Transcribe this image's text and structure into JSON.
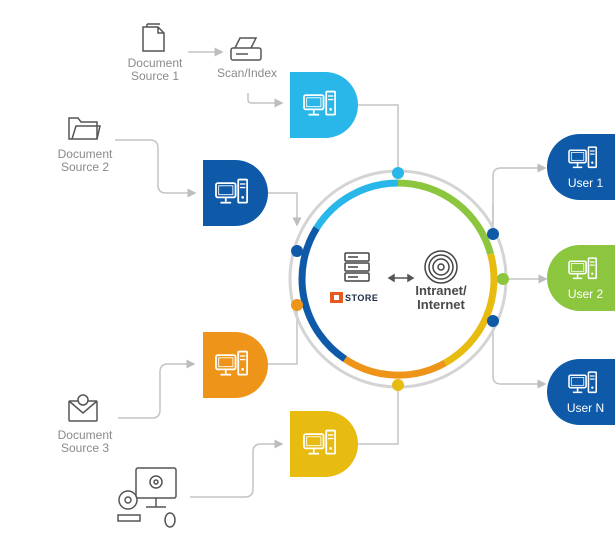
{
  "sources": {
    "doc1": {
      "line1": "Document",
      "line2": "Source 1"
    },
    "doc2": {
      "line1": "Document",
      "line2": "Source 2"
    },
    "doc3": {
      "line1": "Document",
      "line2": "Source 3"
    },
    "scan": {
      "label": "Scan/Index"
    }
  },
  "hub": {
    "store_label": "STORE",
    "network_line1": "Intranet/",
    "network_line2": "Internet"
  },
  "users": [
    {
      "label": "User 1"
    },
    {
      "label": "User 2"
    },
    {
      "label": "User N"
    }
  ],
  "colors": {
    "cyan": "#29b6e8",
    "navy": "#0e5aa8",
    "orange": "#ee9418",
    "gold": "#e8bb10",
    "green": "#8cc63f",
    "gray_line": "#c8c8c8",
    "ring": "#d0d0d0"
  },
  "icons": [
    "document-icon",
    "folder-icon",
    "email-icon",
    "scanner-icon",
    "computer-settings-icon",
    "server-icon",
    "wireless-icon",
    "computer-icon",
    "arrow-icon"
  ]
}
